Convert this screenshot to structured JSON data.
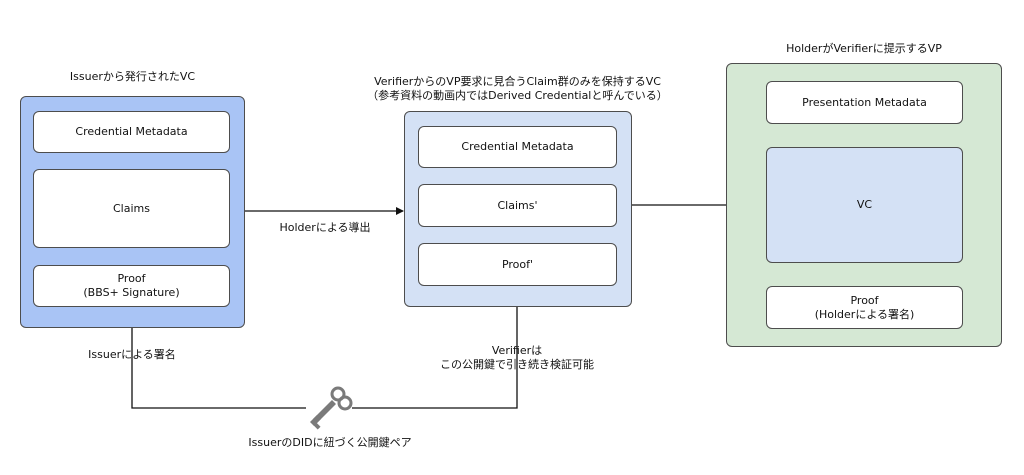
{
  "issuer_vc": {
    "title": "Issuerから発行されたVC",
    "credential_metadata": "Credential Metadata",
    "claims": "Claims",
    "proof_line1": "Proof",
    "proof_line2": "(BBS+ Signature)"
  },
  "derived_vc": {
    "title_line1": "VerifierからのVP要求に見合うClaim群のみを保持するVC",
    "title_line2": "（参考資料の動画内ではDerived Credentialと呼んでいる）",
    "credential_metadata": "Credential Metadata",
    "claims": "Claims'",
    "proof": "Proof'"
  },
  "vp": {
    "title": "HolderがVerifierに提示するVP",
    "presentation_metadata": "Presentation Metadata",
    "vc": "VC",
    "proof_line1": "Proof",
    "proof_line2": "(Holderによる署名)"
  },
  "edges": {
    "derivation": "Holderによる導出",
    "issuer_signature": "Issuerによる署名",
    "verifier_line1": "Verifierは",
    "verifier_line2": "この公開鍵で引き続き検証可能",
    "key_pair": "IssuerのDIDに紐づく公開鍵ペア"
  },
  "icons": {
    "key": "key-icon"
  },
  "colors": {
    "issuer_container": "#a9c4f5",
    "derived_container": "#d4e1f5",
    "vp_container": "#d5e8d4",
    "vc_box": "#d4e1f5",
    "key": "#7a7a7a"
  }
}
